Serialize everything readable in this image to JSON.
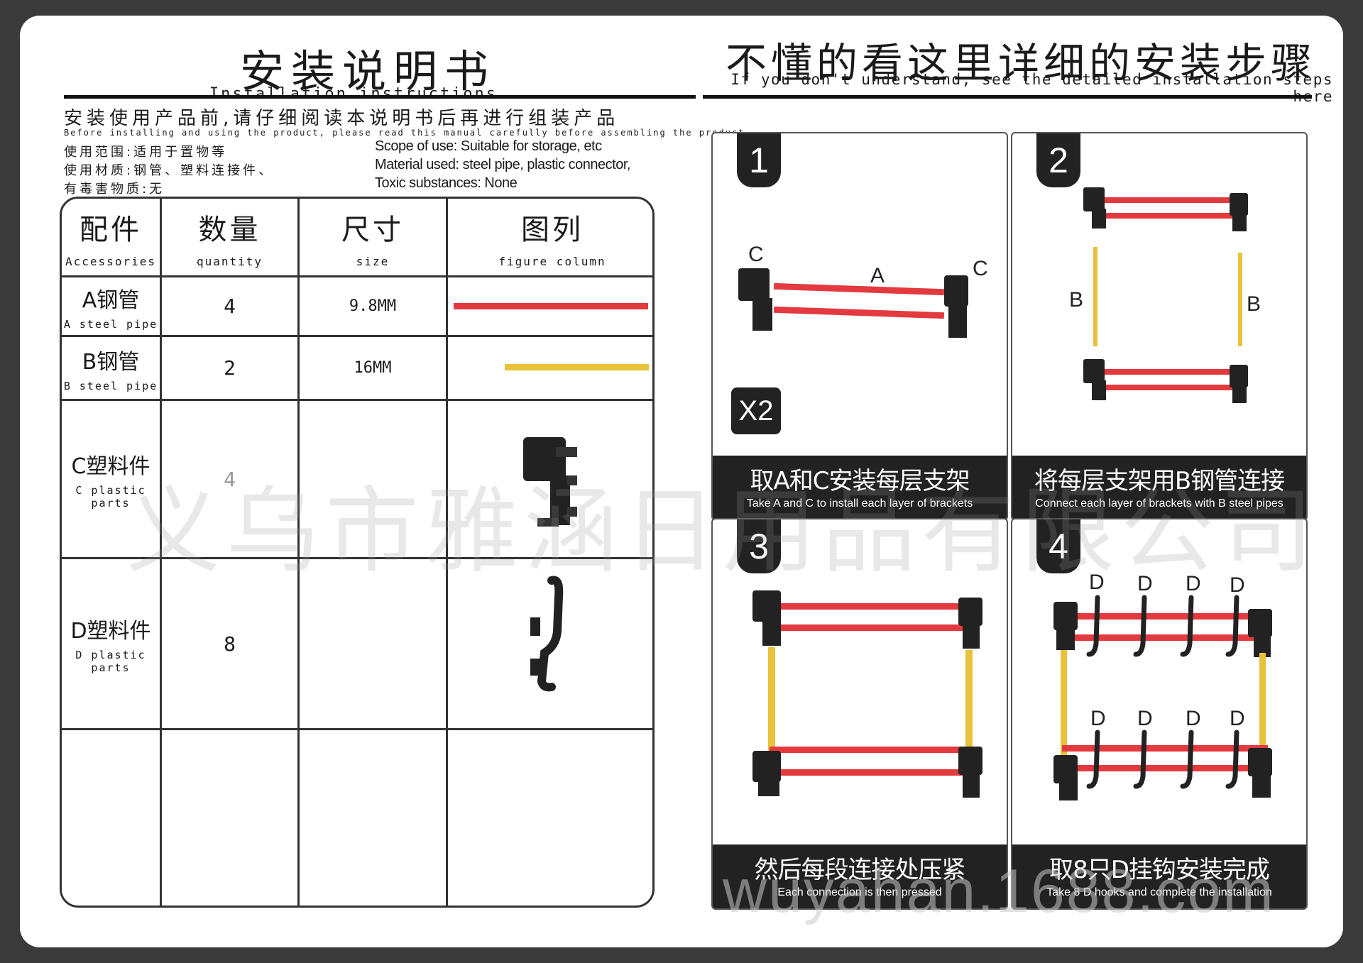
{
  "left": {
    "title": "安装说明书",
    "subtitle": "Installation instructions",
    "notice_cn": "安装使用产品前,请仔细阅读本说明书后再进行组装产品",
    "notice_en": "Before installing and using the product, please read this manual carefully before assembling the product",
    "spec_cn": [
      "使用范围:适用于置物等",
      "使用材质:钢管、塑料连接件、",
      "有毒害物质:无"
    ],
    "spec_en": [
      "Scope of use: Suitable for storage, etc",
      "Material used: steel pipe, plastic connector,",
      "Toxic substances: None"
    ]
  },
  "table": {
    "headers": [
      {
        "cn": "配件",
        "en": "Accessories"
      },
      {
        "cn": "数量",
        "en": "quantity"
      },
      {
        "cn": "尺寸",
        "en": "size"
      },
      {
        "cn": "图列",
        "en": "figure column"
      }
    ],
    "rows": [
      {
        "cn": "A钢管",
        "en": "A steel pipe",
        "qty": "4",
        "size": "9.8MM",
        "color": "#e23a3f"
      },
      {
        "cn": "B钢管",
        "en": "B steel pipe",
        "qty": "2",
        "size": "16MM",
        "color": "#e8c23a"
      },
      {
        "cn": "C塑料件",
        "en": "C plastic parts",
        "qty": "4",
        "size": ""
      },
      {
        "cn": "D塑料件",
        "en": "D plastic parts",
        "qty": "8",
        "size": ""
      }
    ]
  },
  "right": {
    "title": "不懂的看这里详细的安装步骤",
    "subtitle": "If you don't understand, see the detailed installation steps here"
  },
  "steps": [
    {
      "num": "1",
      "cn": "取A和C安装每层支架",
      "en": "Take A and C to install each layer of brackets",
      "badge": "X2",
      "labels": [
        "C",
        "A",
        "C"
      ]
    },
    {
      "num": "2",
      "cn": "将每层支架用B钢管连接",
      "en": "Connect each layer of brackets with B steel pipes",
      "labels": [
        "B",
        "B"
      ]
    },
    {
      "num": "3",
      "cn": "然后每段连接处压紧",
      "en": "Each connection is then pressed"
    },
    {
      "num": "4",
      "cn": "取8只D挂钩安装完成",
      "en": "Take 8 D hooks and complete the installation",
      "labels": [
        "D",
        "D",
        "D",
        "D",
        "D",
        "D",
        "D",
        "D"
      ]
    }
  ],
  "watermark": "义乌市雅涵日用品有限公司",
  "watermark2": "wuyahan.1688.com",
  "colors": {
    "red_pipe": "#e23a3f",
    "yellow_pipe": "#e8c23a",
    "connector": "#222222"
  }
}
